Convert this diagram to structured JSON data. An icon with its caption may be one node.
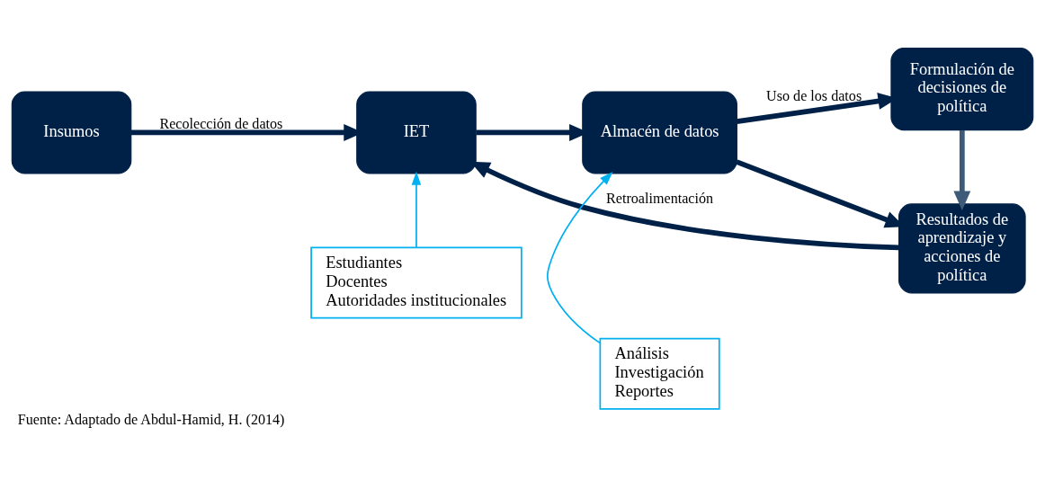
{
  "diagram": {
    "caption": "Fuente: Adaptado de Abdul-Hamid, H. (2014)",
    "nodes": [
      {
        "text": [
          "Insumos"
        ]
      },
      {
        "text": [
          "IET"
        ]
      },
      {
        "text": [
          "Almacén de datos"
        ]
      },
      {
        "text": [
          "Formulación de decisiones de política"
        ]
      },
      {
        "text": [
          "Resultados de aprendizaje y acciones de política"
        ]
      },
      {
        "text": [
          "Estudiantes",
          "Docentes",
          "Autoridades institucionales"
        ]
      },
      {
        "text": [
          "Análisis",
          "Investigación",
          "Reportes"
        ]
      }
    ],
    "edges": [
      {
        "from": 0,
        "to": 1,
        "arrow": "to",
        "label": "Recolección de datos"
      },
      {
        "from": 1,
        "to": 2,
        "arrow": "to"
      },
      {
        "from": 2,
        "to": 3,
        "arrow": "to",
        "label": "Uso de los datos"
      },
      {
        "from": 2,
        "to": 4,
        "arrow": "to"
      },
      {
        "from": 3,
        "to": 4,
        "arrow": "to",
        "color": "#3d5a78"
      },
      {
        "from": 5,
        "to": 1,
        "arrow": "to",
        "color": "#00b0f0"
      },
      {
        "from": 6,
        "to": 2,
        "arrow": "to",
        "color": "#00b0f0"
      },
      {
        "from": 4,
        "to": 1,
        "arrow": "to",
        "label": "Retroalimentación"
      }
    ]
  }
}
